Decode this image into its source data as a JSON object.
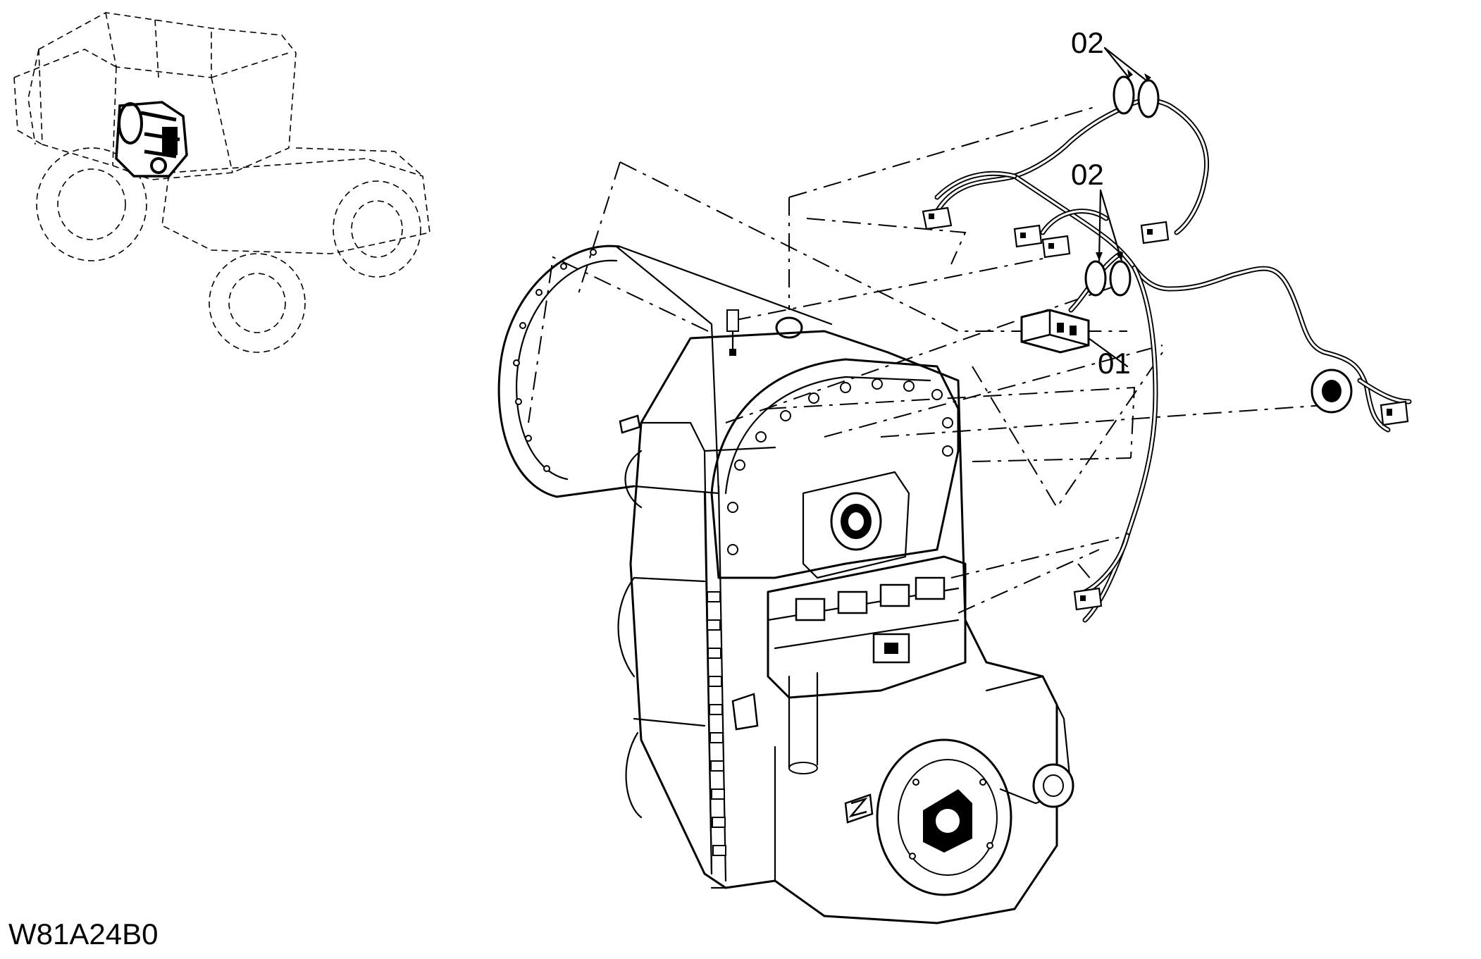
{
  "drawing_id": "W81A24B0",
  "callouts": {
    "c01": "01",
    "c02_upper": "02",
    "c02_lower": "02"
  }
}
